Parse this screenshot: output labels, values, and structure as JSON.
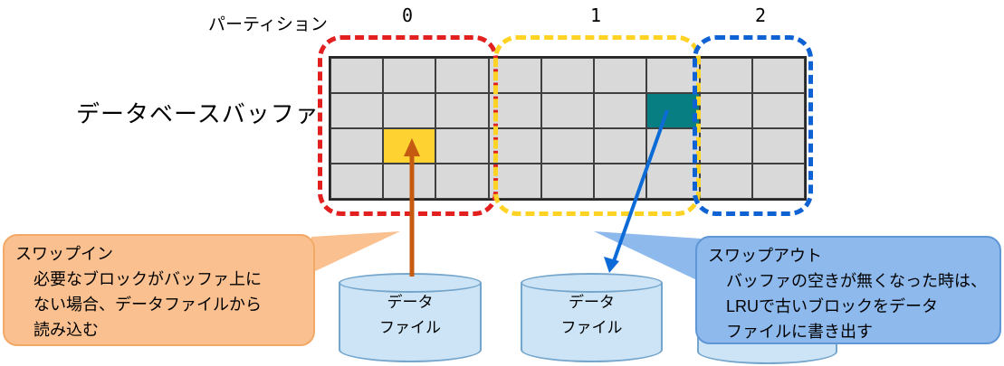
{
  "header": {
    "partition_caption": "パーティション",
    "buffer_caption": "データベースバッファ"
  },
  "partitions": [
    {
      "id": "0",
      "outline_color": "#E2201F"
    },
    {
      "id": "1",
      "outline_color": "#FFD324"
    },
    {
      "id": "2",
      "outline_color": "#0E62D4"
    }
  ],
  "buffer": {
    "rows": 4,
    "cols": 9,
    "cell_color": "#D9D9D9",
    "grid_line_color": "#3F3F3F",
    "highlights": [
      {
        "name": "swap-in-target-block",
        "row": 3,
        "col": 2,
        "color": "#FDD231"
      },
      {
        "name": "swap-out-source-block",
        "row": 2,
        "col": 7,
        "color": "#077E82"
      }
    ]
  },
  "arrows": {
    "swap_in": {
      "color": "#C55A11",
      "direction": "up"
    },
    "swap_out": {
      "color": "#0C6BD6",
      "direction": "down"
    }
  },
  "callouts": {
    "swap_in": {
      "fill": "#FAC090",
      "title": "スワップイン",
      "lines": [
        "必要なブロックがバッファ上に",
        "ない場合、データファイルから",
        "読み込む"
      ]
    },
    "swap_out": {
      "fill": "#8DB9EC",
      "title": "スワップアウト",
      "lines": [
        "バッファの空きが無くなった時は、",
        "LRUで古いブロックをデータ",
        "ファイルに書き出す"
      ]
    }
  },
  "datafiles": {
    "fill": "#CCE4F5",
    "stroke": "#74A5CC",
    "items": [
      {
        "label_line1": "データ",
        "label_line2": "ファイル"
      },
      {
        "label_line1": "データ",
        "label_line2": "ファイル"
      },
      {
        "label_line1": "",
        "label_line2": ""
      }
    ]
  }
}
